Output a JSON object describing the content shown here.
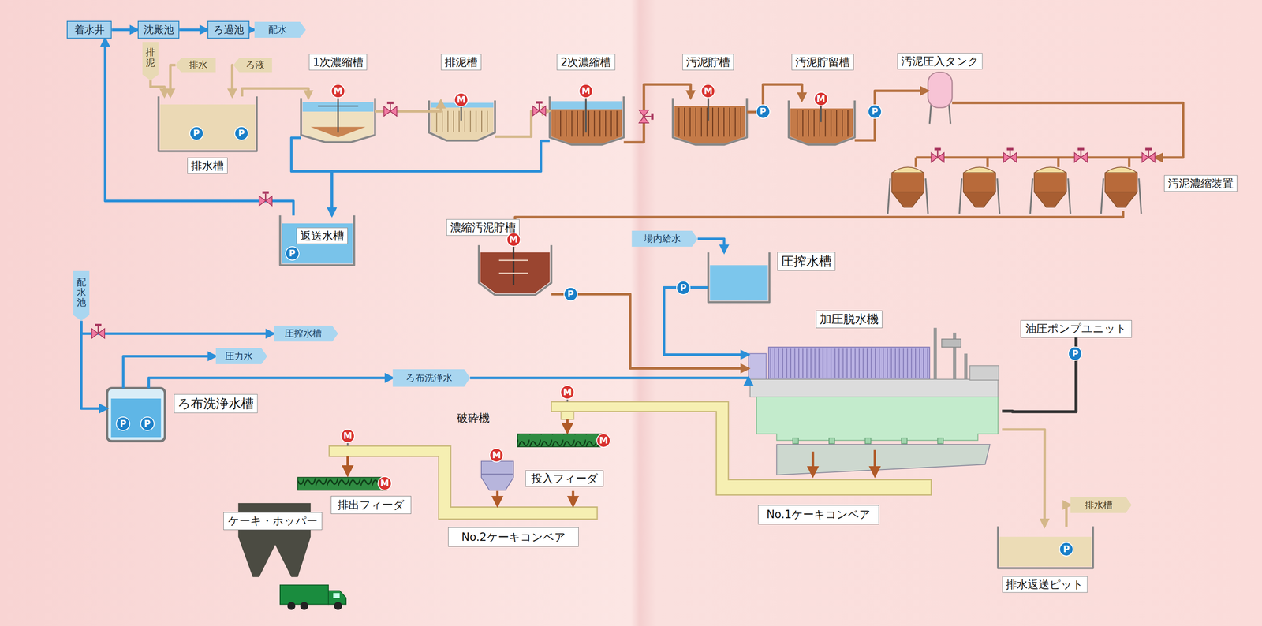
{
  "diagram": {
    "nodes": [
      {
        "text": [
          "着水井"
        ]
      },
      {
        "text": [
          "沈殿池"
        ]
      },
      {
        "text": [
          "ろ過池"
        ]
      },
      {
        "text": [
          "配水"
        ]
      },
      {
        "text": [
          "排泥"
        ]
      },
      {
        "text": [
          "排水"
        ]
      },
      {
        "text": [
          "ろ液"
        ]
      },
      {
        "text": [
          "排水槽"
        ]
      },
      {
        "text": [
          "1次濃縮槽"
        ]
      },
      {
        "text": [
          "排泥槽"
        ]
      },
      {
        "text": [
          "2次濃縮槽"
        ]
      },
      {
        "text": [
          "汚泥貯槽"
        ]
      },
      {
        "text": [
          "汚泥貯留槽"
        ]
      },
      {
        "text": [
          "汚泥圧入タンク"
        ]
      },
      {
        "text": [
          "汚泥濃縮装置"
        ]
      },
      {
        "text": [
          "返送水槽"
        ]
      },
      {
        "text": [
          "濃縮汚泥貯槽"
        ]
      },
      {
        "text": [
          "場内給水"
        ]
      },
      {
        "text": [
          "圧搾水槽"
        ]
      },
      {
        "text": [
          "配水池"
        ]
      },
      {
        "text": [
          "圧搾水槽"
        ]
      },
      {
        "text": [
          "圧力水"
        ]
      },
      {
        "text": [
          "ろ布洗浄水"
        ]
      },
      {
        "text": [
          "ろ布洗浄水槽"
        ]
      },
      {
        "text": [
          "加圧脱水機"
        ]
      },
      {
        "text": [
          "油圧ポンプユニット"
        ]
      },
      {
        "text": [
          "破砕機"
        ]
      },
      {
        "text": [
          "投入フィーダ"
        ]
      },
      {
        "text": [
          "排出フィーダ"
        ]
      },
      {
        "text": [
          "No.2ケーキコンベア"
        ]
      },
      {
        "text": [
          "No.1ケーキコンベア"
        ]
      },
      {
        "text": [
          "ケーキ・ホッパー"
        ]
      },
      {
        "text": [
          "排水返送ピット"
        ]
      },
      {
        "text": [
          "排水槽"
        ]
      }
    ],
    "edges": [
      {
        "from": 0,
        "to": 1,
        "arrow": "to"
      },
      {
        "from": 1,
        "to": 2,
        "arrow": "to"
      },
      {
        "from": 2,
        "to": 3,
        "arrow": "to"
      },
      {
        "from": 4,
        "to": 7,
        "arrow": "to"
      },
      {
        "from": 5,
        "to": 7,
        "arrow": "to"
      },
      {
        "from": 6,
        "to": 7,
        "arrow": "to"
      },
      {
        "from": 7,
        "to": 8,
        "arrow": "to"
      },
      {
        "from": 8,
        "to": 9,
        "arrow": "to"
      },
      {
        "from": 9,
        "to": 10,
        "arrow": "to"
      },
      {
        "from": 10,
        "to": 11,
        "arrow": "to"
      },
      {
        "from": 11,
        "to": 12,
        "arrow": "to"
      },
      {
        "from": 12,
        "to": 13,
        "arrow": "to"
      },
      {
        "from": 13,
        "to": 14,
        "arrow": "to"
      },
      {
        "from": 14,
        "to": 16,
        "arrow": "to"
      },
      {
        "from": 8,
        "to": 15,
        "arrow": "to"
      },
      {
        "from": 10,
        "to": 15,
        "arrow": "to"
      },
      {
        "from": 15,
        "to": 0,
        "arrow": "to"
      },
      {
        "from": 17,
        "to": 18,
        "arrow": "to"
      },
      {
        "from": 16,
        "to": 24,
        "arrow": "to"
      },
      {
        "from": 18,
        "to": 24,
        "arrow": "to"
      },
      {
        "from": 19,
        "to": 23,
        "arrow": "to"
      },
      {
        "from": 19,
        "to": 20,
        "arrow": "to"
      },
      {
        "from": 23,
        "to": 21,
        "arrow": "to"
      },
      {
        "from": 23,
        "to": 22,
        "arrow": "to"
      },
      {
        "from": 22,
        "to": 24,
        "arrow": "to"
      },
      {
        "from": 25,
        "to": 24,
        "arrow": "none"
      },
      {
        "from": 24,
        "to": 32,
        "arrow": "to"
      },
      {
        "from": 32,
        "to": 33,
        "arrow": "to"
      }
    ],
    "labels": [
      "P",
      "P",
      "M",
      "M",
      "M",
      "M",
      "P",
      "M",
      "P",
      "M",
      "P",
      "P",
      "P",
      "P",
      "M",
      "P",
      "P",
      "M",
      "M",
      "M",
      "M",
      "P"
    ]
  }
}
